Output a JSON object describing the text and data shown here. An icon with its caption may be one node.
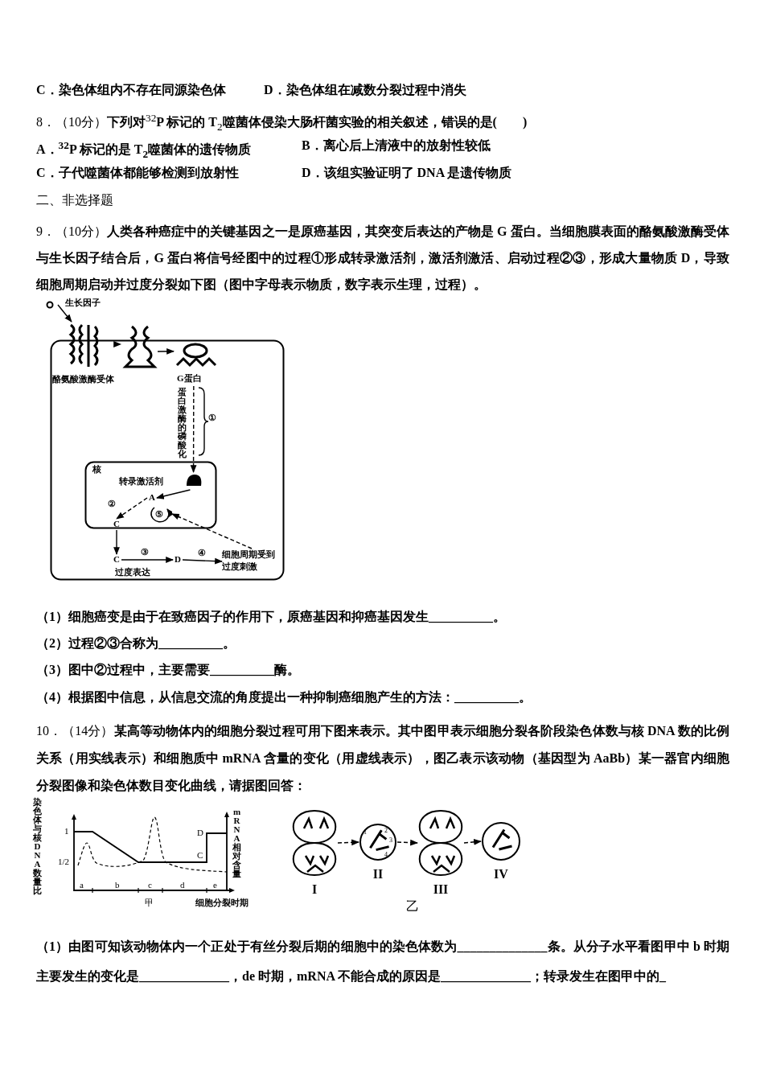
{
  "diagram": {
    "nodes": [
      {
        "text": [],
        "shape": "box"
      },
      {
        "text": [
          "生长因子"
        ]
      },
      {
        "text": [
          "酪氨酸激酶受体"
        ]
      },
      {
        "text": [],
        "shape": "picture"
      },
      {
        "text": [
          "G蛋白"
        ],
        "in": 0
      },
      {
        "text": [
          "核"
        ],
        "in": 0
      },
      {
        "text": [
          "转录激活剂"
        ],
        "in": 5
      },
      {
        "text": [
          "A"
        ],
        "in": 5
      },
      {
        "text": [
          "⑤"
        ],
        "in": 5
      },
      {
        "text": [
          "C"
        ],
        "in": 5
      },
      {
        "text": [
          "C"
        ],
        "in": 0,
        "beside": [
          "过度表达"
        ]
      },
      {
        "text": [
          "D"
        ],
        "in": 0
      },
      {
        "text": [
          "细胞周期受到过度刺激"
        ],
        "in": 0
      },
      {
        "text": [],
        "shape": "picture",
        "beside": [
          "I"
        ]
      },
      {
        "text": [],
        "shape": "picture",
        "beside": [
          "II"
        ]
      },
      {
        "text": [],
        "shape": "picture",
        "beside": [
          "III"
        ]
      },
      {
        "text": [],
        "shape": "picture",
        "beside": [
          "IV"
        ]
      }
    ],
    "edges": [
      {
        "from": 1,
        "to": 2,
        "arrow": "to"
      },
      {
        "from": 2,
        "to": 3,
        "arrow": "to",
        "style": "dashed"
      },
      {
        "from": 3,
        "to": 4,
        "arrow": "to"
      },
      {
        "from": 4,
        "to": 6,
        "arrow": "to",
        "style": "dashed",
        "label": "蛋白激酶的磷酸化"
      },
      {
        "from": 6,
        "to": 7,
        "arrow": "to"
      },
      {
        "from": 7,
        "to": 9,
        "arrow": "to",
        "style": "dashed",
        "label": "②"
      },
      {
        "from": 9,
        "to": 10,
        "arrow": "to"
      },
      {
        "from": 10,
        "to": 11,
        "arrow": "to",
        "label": "③"
      },
      {
        "from": 11,
        "to": 12,
        "arrow": "to",
        "label": "④"
      },
      {
        "from": 12,
        "to": 8,
        "arrow": "to",
        "style": "dashed"
      },
      {
        "from": 13,
        "to": 14,
        "arrow": "to",
        "style": "dashed"
      },
      {
        "from": 14,
        "to": 15,
        "arrow": "to",
        "style": "dashed"
      },
      {
        "from": 15,
        "to": 16,
        "arrow": "to",
        "style": "dashed"
      }
    ],
    "labels": [
      "C．染色体组内不存在同源染色体",
      "D．染色体组在减数分裂过程中消失",
      "8．（10分）**下列对**$^{32}$**P 标记的 T**$_{2}$**噬菌体侵染大肠杆菌实验的相关叙述，错误的是(　　)**",
      "A．$^{32}$P 标记的是 T$_{2}$噬菌体的遗传物质",
      "B．离心后上清液中的放射性较低",
      "C．子代噬菌体都能够检测到放射性",
      "D．该组实验证明了 DNA 是遗传物质",
      "二、非选择题",
      "9．（10分）**人类各种癌症中的关键基因之一是原癌基因，其突变后表达的产物是 G 蛋白。当细胞膜表面的酪氨酸激酶受体与生长因子结合后，G 蛋白将信号经图中的过程①形成转录激活剂，激活剂激活、启动过程②③，形成大量物质 D，导致细胞周期启动并过度分裂如下图（图中字母表示物质，数字表示生理，过程）。**",
      "①",
      "（1）细胞癌变是由于在致癌因子的作用下，原癌基因和抑癌基因发生__________。",
      "（2）过程②③合称为__________。",
      "（3）图中②过程中，主要需要__________酶。",
      "（4）根据图中信息，从信息交流的角度提出一种抑制癌细胞产生的方法：__________。",
      "10．（14分）**某高等动物体内的细胞分裂过程可用下图来表示。其中图甲表示细胞分裂各阶段染色体数与核 DNA 数的比例关系（用实线表示）和细胞质中 mRNA 含量的变化（用虚线表示），图乙表示该动物（基因型为 AaBb）某一器官内细胞分裂图像和染色体数目变化曲线，请据图回答：**",
      "染色体与核DNA数量比",
      "1",
      "1/2",
      "mRNA相对含量",
      "D",
      "C",
      "a",
      "b",
      "c",
      "d",
      "e",
      "甲",
      "细胞分裂时期",
      "1",
      "2",
      "3",
      "4",
      "乙",
      "（1）由图可知该动物体内一个正处于有丝分裂后期的细胞中的染色体数为______________条。从分子水平看图甲中 b 时期主要发生的变化是______________，de 时期，mRNA 不能合成的原因是______________；转录发生在图甲中的_"
    ]
  }
}
